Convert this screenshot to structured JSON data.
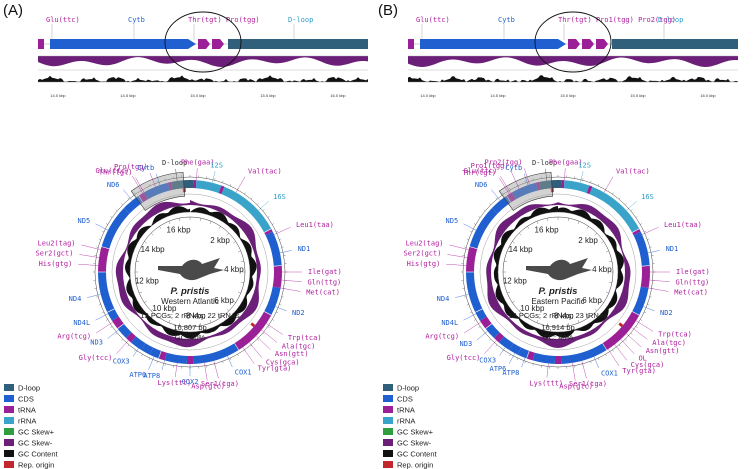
{
  "colors": {
    "dloop": "#2f5f7a",
    "cds": "#1f5fd0",
    "trna": "#9b1f96",
    "rrna": "#39a3c9",
    "gc_skew_pos": "#2e9e3f",
    "gc_skew_neg": "#6c1f78",
    "gc_content": "#111111",
    "rep_origin": "#c0282e",
    "trna_label": "#b0209e",
    "cds_label": "#1f5fd0",
    "rrna_label": "#2b9ec8"
  },
  "panels": [
    {
      "letter": "(A)",
      "species": "P. pristis",
      "location": "Western Atlantic",
      "composition": "13 PCGs; 2 rRNAs; 22 tRNAs",
      "length": "16,807 bp",
      "gc": "GC: 40%",
      "zoom_labels": [
        "Glu(ttc)",
        "Cytb",
        "Thr(tgt) Pro(tgg)",
        "D-loop"
      ],
      "zoom_ticks": [
        "14.0 kbp",
        "14.5 kbp",
        "15.0 kbp",
        "15.5 kbp",
        "16.0 kbp"
      ],
      "kbp": [
        "2 kbp",
        "4 kbp",
        "6 kbp",
        "8 kbp",
        "10 kbp",
        "12 kbp",
        "14 kbp",
        "16 kbp"
      ],
      "labels": [
        {
          "text": "Pro(tgg)",
          "type": "trna",
          "angle": -22,
          "r": 113
        },
        {
          "text": "Thr(tgt)",
          "type": "trna",
          "angle": -30,
          "r": 115
        },
        {
          "text": "D-loop",
          "type": "dloop",
          "angle": -8,
          "r": 110
        },
        {
          "text": "Phe(gaa)",
          "type": "trna",
          "angle": 4,
          "r": 110
        },
        {
          "text": "12S",
          "type": "rrna",
          "angle": 14,
          "r": 110
        },
        {
          "text": "Val(tac)",
          "type": "trna",
          "angle": 30,
          "r": 116
        },
        {
          "text": "16S",
          "type": "rrna",
          "angle": 48,
          "r": 112
        },
        {
          "text": "Leu1(taa)",
          "type": "trna",
          "angle": 66,
          "r": 116
        },
        {
          "text": "ND1",
          "type": "cds",
          "angle": 78,
          "r": 110
        },
        {
          "text": "Ile(gat)",
          "type": "trna",
          "angle": 90,
          "r": 118
        },
        {
          "text": "Gln(ttg)",
          "type": "trna",
          "angle": 95,
          "r": 118
        },
        {
          "text": "Met(cat)",
          "type": "trna",
          "angle": 100,
          "r": 118
        },
        {
          "text": "ND2",
          "type": "cds",
          "angle": 112,
          "r": 110
        },
        {
          "text": "Trp(tca)",
          "type": "trna",
          "angle": 124,
          "r": 118
        },
        {
          "text": "Ala(tgc)",
          "type": "trna",
          "angle": 129,
          "r": 118
        },
        {
          "text": "Asn(gtt)",
          "type": "trna",
          "angle": 134,
          "r": 118
        },
        {
          "text": "Cys(gca)",
          "type": "trna",
          "angle": 140,
          "r": 118
        },
        {
          "text": "Tyr(gta)",
          "type": "trna",
          "angle": 145,
          "r": 118
        },
        {
          "text": "COX1",
          "type": "cds",
          "angle": 156,
          "r": 110
        },
        {
          "text": "Ser1(tga)",
          "type": "trna",
          "angle": 165,
          "r": 116
        },
        {
          "text": "Asp(gtc)",
          "type": "trna",
          "angle": 171,
          "r": 116
        },
        {
          "text": "COX2",
          "type": "cds",
          "angle": 180,
          "r": 110
        },
        {
          "text": "Lys(ttt)",
          "type": "trna",
          "angle": 188,
          "r": 112
        },
        {
          "text": "ATP8",
          "type": "cds",
          "angle": 196,
          "r": 108
        },
        {
          "text": "ATP6",
          "type": "cds",
          "angle": 203,
          "r": 112
        },
        {
          "text": "COX3",
          "type": "cds",
          "angle": 214,
          "r": 108
        },
        {
          "text": "Gly(tcc)",
          "type": "trna",
          "angle": 222,
          "r": 116
        },
        {
          "text": "ND3",
          "type": "cds",
          "angle": 231,
          "r": 112
        },
        {
          "text": "Arg(tcg)",
          "type": "trna",
          "angle": 237,
          "r": 118
        },
        {
          "text": "ND4L",
          "type": "cds",
          "angle": 243,
          "r": 112
        },
        {
          "text": "ND4",
          "type": "cds",
          "angle": 256,
          "r": 112
        },
        {
          "text": "His(gtg)",
          "type": "trna",
          "angle": 274,
          "r": 118
        },
        {
          "text": "Ser2(gct)",
          "type": "trna",
          "angle": 279,
          "r": 118
        },
        {
          "text": "Leu2(tag)",
          "type": "trna",
          "angle": 284,
          "r": 118
        },
        {
          "text": "ND5",
          "type": "cds",
          "angle": 297,
          "r": 112
        },
        {
          "text": "ND6",
          "type": "cds",
          "angle": 321,
          "r": 112
        },
        {
          "text": "Glu(ttc)",
          "type": "trna",
          "angle": 329,
          "r": 118
        },
        {
          "text": "Cytb",
          "type": "cds",
          "angle": 341,
          "r": 110
        }
      ]
    },
    {
      "letter": "(B)",
      "species": "P. pristis",
      "location": "Eastern Pacific",
      "composition": "13 PCGs; 2 rRNAs; 23 tRNAs",
      "length": "16,914 bp",
      "gc": "GC: 40%",
      "zoom_labels": [
        "Glu(ttc)",
        "Cytb",
        "Thr(tgt) Pro1(tgg) Pro2(tgg)",
        "D-loop"
      ],
      "zoom_ticks": [
        "14.0 kbp",
        "14.5 kbp",
        "15.0 kbp",
        "15.5 kbp",
        "16.0 kbp"
      ],
      "kbp": [
        "2 kbp",
        "4 kbp",
        "6 kbp",
        "8 kbp",
        "10 kbp",
        "12 kbp",
        "14 kbp",
        "16 kbp"
      ],
      "labels": [
        {
          "text": "Pro2(tgg)",
          "type": "trna",
          "angle": -18,
          "r": 115
        },
        {
          "text": "Pro1(tgg)",
          "type": "trna",
          "angle": -25,
          "r": 117
        },
        {
          "text": "Thr(tgt)",
          "type": "trna",
          "angle": -32,
          "r": 117
        },
        {
          "text": "D-loop",
          "type": "dloop",
          "angle": -7,
          "r": 110
        },
        {
          "text": "Phe(gaa)",
          "type": "trna",
          "angle": 4,
          "r": 110
        },
        {
          "text": "12S",
          "type": "rrna",
          "angle": 14,
          "r": 110
        },
        {
          "text": "Val(tac)",
          "type": "trna",
          "angle": 30,
          "r": 116
        },
        {
          "text": "16S",
          "type": "rrna",
          "angle": 48,
          "r": 112
        },
        {
          "text": "Leu1(taa)",
          "type": "trna",
          "angle": 66,
          "r": 116
        },
        {
          "text": "ND1",
          "type": "cds",
          "angle": 78,
          "r": 110
        },
        {
          "text": "Ile(gat)",
          "type": "trna",
          "angle": 90,
          "r": 118
        },
        {
          "text": "Gln(ttg)",
          "type": "trna",
          "angle": 95,
          "r": 118
        },
        {
          "text": "Met(cat)",
          "type": "trna",
          "angle": 100,
          "r": 118
        },
        {
          "text": "ND2",
          "type": "cds",
          "angle": 112,
          "r": 110
        },
        {
          "text": "Trp(tca)",
          "type": "trna",
          "angle": 122,
          "r": 118
        },
        {
          "text": "Ala(tgc)",
          "type": "trna",
          "angle": 127,
          "r": 118
        },
        {
          "text": "Asn(gtt)",
          "type": "trna",
          "angle": 132,
          "r": 118
        },
        {
          "text": "OL",
          "type": "trna",
          "angle": 137,
          "r": 118
        },
        {
          "text": "Cys(gca)",
          "type": "trna",
          "angle": 142,
          "r": 118
        },
        {
          "text": "Tyr(gta)",
          "type": "trna",
          "angle": 147,
          "r": 118
        },
        {
          "text": "COX1",
          "type": "cds",
          "angle": 157,
          "r": 110
        },
        {
          "text": "Ser1(tga)",
          "type": "trna",
          "angle": 165,
          "r": 116
        },
        {
          "text": "Asp(gtc)",
          "type": "trna",
          "angle": 171,
          "r": 116
        },
        {
          "text": "Lys(ttt)",
          "type": "trna",
          "angle": 186,
          "r": 112
        },
        {
          "text": "ATP8",
          "type": "cds",
          "angle": 201,
          "r": 108
        },
        {
          "text": "ATP6",
          "type": "cds",
          "angle": 208,
          "r": 110
        },
        {
          "text": "COX3",
          "type": "cds",
          "angle": 215,
          "r": 108
        },
        {
          "text": "Gly(tcc)",
          "type": "trna",
          "angle": 222,
          "r": 116
        },
        {
          "text": "ND3",
          "type": "cds",
          "angle": 230,
          "r": 112
        },
        {
          "text": "Arg(tcg)",
          "type": "trna",
          "angle": 237,
          "r": 118
        },
        {
          "text": "ND4L",
          "type": "cds",
          "angle": 243,
          "r": 112
        },
        {
          "text": "ND4",
          "type": "cds",
          "angle": 256,
          "r": 112
        },
        {
          "text": "His(gtg)",
          "type": "trna",
          "angle": 274,
          "r": 118
        },
        {
          "text": "Ser2(gct)",
          "type": "trna",
          "angle": 279,
          "r": 118
        },
        {
          "text": "Leu2(tag)",
          "type": "trna",
          "angle": 284,
          "r": 118
        },
        {
          "text": "ND5",
          "type": "cds",
          "angle": 297,
          "r": 112
        },
        {
          "text": "ND6",
          "type": "cds",
          "angle": 321,
          "r": 112
        },
        {
          "text": "Glu(ttc)",
          "type": "trna",
          "angle": 329,
          "r": 118
        },
        {
          "text": "Cytb",
          "type": "cds",
          "angle": 341,
          "r": 110
        }
      ]
    }
  ],
  "legend": [
    {
      "label": "D-loop",
      "color": "#2f5f7a"
    },
    {
      "label": "CDS",
      "color": "#1f5fd0"
    },
    {
      "label": "tRNA",
      "color": "#9b1f96"
    },
    {
      "label": "rRNA",
      "color": "#39a3c9"
    },
    {
      "label": "GC Skew+",
      "color": "#2e9e3f"
    },
    {
      "label": "GC Skew-",
      "color": "#6c1f78"
    },
    {
      "label": "GC Content",
      "color": "#111111"
    },
    {
      "label": "Rep. origin",
      "color": "#c0282e"
    }
  ]
}
